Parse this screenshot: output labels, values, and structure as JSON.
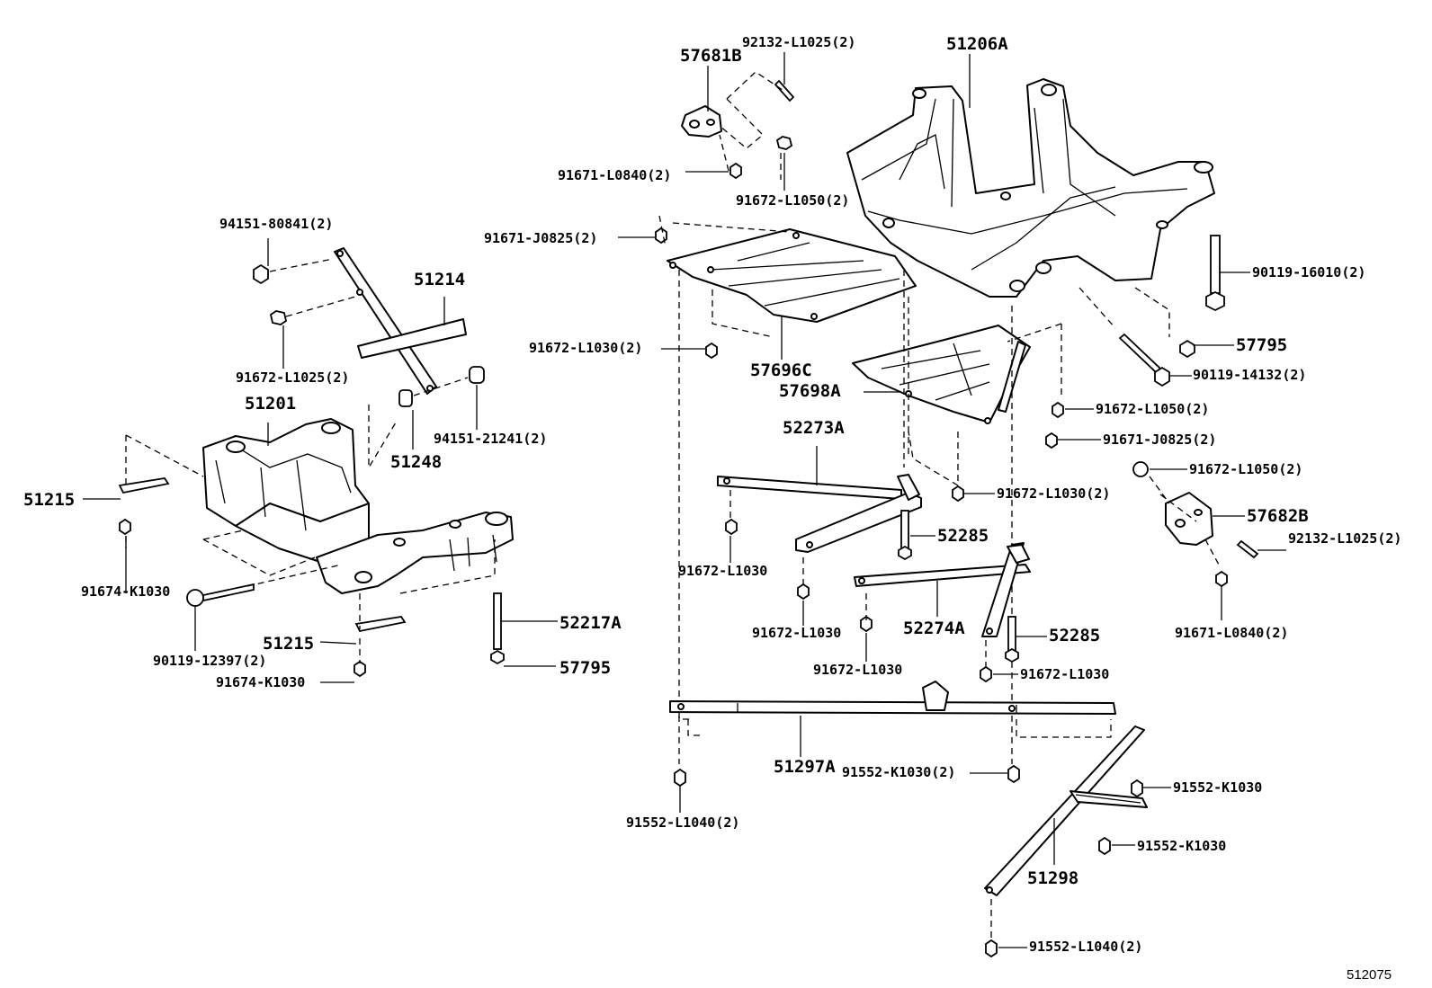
{
  "figure_id": "512075",
  "callouts": {
    "c_94151_80841": "94151-80841(2)",
    "c_51214": "51214",
    "c_91672_L1025": "91672-L1025(2)",
    "c_51201": "51201",
    "c_94151_21241": "94151-21241(2)",
    "c_51248": "51248",
    "c_51215_a": "51215",
    "c_91674_K1030_a": "91674-K1030",
    "c_90119_12397": "90119-12397(2)",
    "c_51215_b": "51215",
    "c_91674_K1030_b": "91674-K1030",
    "c_52217A": "52217A",
    "c_57795_a": "57795",
    "c_57681B": "57681B",
    "c_92132_L1025_a": "92132-L1025(2)",
    "c_91671_L0840_a": "91671-L0840(2)",
    "c_91672_L1050_a": "91672-L1050(2)",
    "c_91671_J0825_a": "91671-J0825(2)",
    "c_51206A": "51206A",
    "c_90119_16010": "90119-16010(2)",
    "c_57795_b": "57795",
    "c_90119_14132": "90119-14132(2)",
    "c_91672_L1030_2": "91672-L1030(2)",
    "c_57696C": "57696C",
    "c_57698A": "57698A",
    "c_91672_L1050_b": "91672-L1050(2)",
    "c_91671_J0825_b": "91671-J0825(2)",
    "c_52273A": "52273A",
    "c_91672_L1030_2b": "91672-L1030(2)",
    "c_91672_L1050_c": "91672-L1050(2)",
    "c_57682B": "57682B",
    "c_92132_L1025_b": "92132-L1025(2)",
    "c_52285_a": "52285",
    "c_91672_L1030_a": "91672-L1030",
    "c_91672_L1030_b": "91672-L1030",
    "c_52274A": "52274A",
    "c_52285_b": "52285",
    "c_91671_L0840_b": "91671-L0840(2)",
    "c_91672_L1030_c": "91672-L1030",
    "c_91672_L1030_d": "91672-L1030",
    "c_51297A": "51297A",
    "c_91552_K1030_2": "91552-K1030(2)",
    "c_91552_K1030_a": "91552-K1030",
    "c_91552_K1030_b": "91552-K1030",
    "c_91552_L1040_a": "91552-L1040(2)",
    "c_51298": "51298",
    "c_91552_L1040_b": "91552-L1040(2)"
  }
}
